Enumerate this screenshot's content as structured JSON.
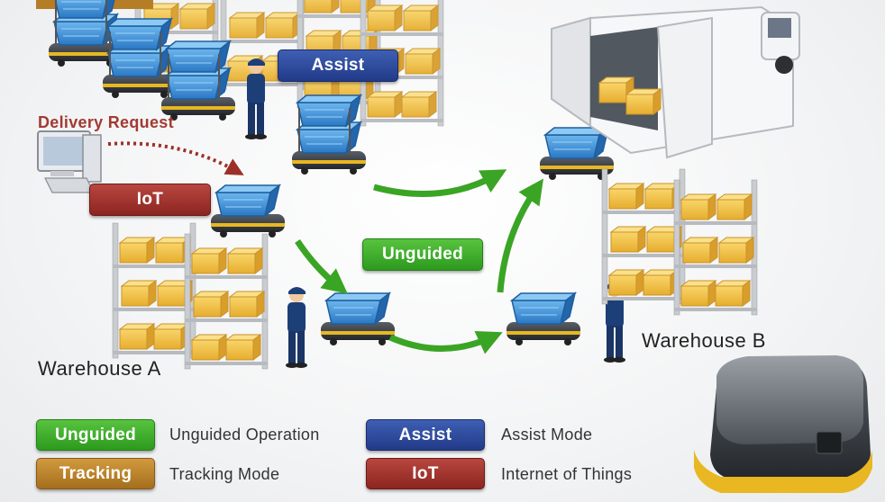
{
  "diagram": {
    "mode_labels": {
      "assist": "Assist",
      "iot": "IoT",
      "unguided": "Unguided"
    },
    "delivery_request": "Delivery Request",
    "warehouse_a": "Warehouse A",
    "warehouse_b": "Warehouse B"
  },
  "legend": {
    "items": [
      {
        "badge": "Unguided",
        "text": "Unguided Operation",
        "color": "#3aab2a"
      },
      {
        "badge": "Tracking",
        "text": "Tracking Mode",
        "color": "#b67d27"
      },
      {
        "badge": "Assist",
        "text": "Assist Mode",
        "color": "#2b4797"
      },
      {
        "badge": "IoT",
        "text": "Internet of Things",
        "color": "#a1302a"
      }
    ]
  },
  "colors": {
    "arrow_green": "#3aa524",
    "arrow_red": "#9c3029",
    "crate_blue": "#3d8ed6",
    "box_yellow": "#f2c34a",
    "worker_navy": "#1d3f78"
  },
  "icons": [
    "computer-icon",
    "robot-cart-icon",
    "worker-icon",
    "shelf-icon",
    "truck-icon"
  ]
}
